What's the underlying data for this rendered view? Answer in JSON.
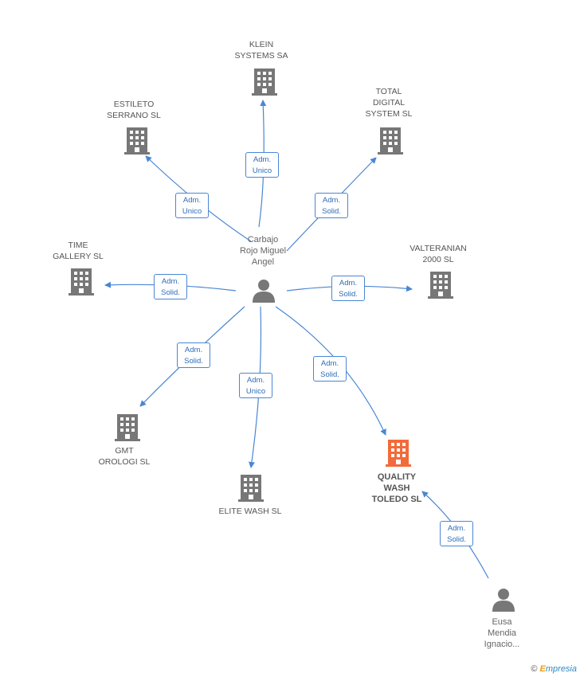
{
  "nodes": {
    "center": {
      "lines": [
        "Carbajo",
        "Rojo Miguel",
        "Angel"
      ]
    },
    "klein": {
      "lines": [
        "KLEIN",
        "SYSTEMS SA"
      ]
    },
    "estileto": {
      "lines": [
        "ESTILETO",
        "SERRANO SL"
      ]
    },
    "total": {
      "lines": [
        "TOTAL",
        "DIGITAL",
        "SYSTEM SL"
      ]
    },
    "time": {
      "lines": [
        "TIME",
        "GALLERY SL"
      ]
    },
    "valteranian": {
      "lines": [
        "VALTERANIAN",
        "2000 SL"
      ]
    },
    "gmt": {
      "lines": [
        "GMT",
        "OROLOGI SL"
      ]
    },
    "elite": {
      "lines": [
        "ELITE WASH SL"
      ]
    },
    "quality": {
      "lines": [
        "QUALITY",
        "WASH",
        "TOLEDO SL"
      ]
    },
    "eusa": {
      "lines": [
        "Eusa",
        "Mendia",
        "Ignacio..."
      ]
    }
  },
  "edges": {
    "klein": {
      "lines": [
        "Adm.",
        "Unico"
      ]
    },
    "estileto": {
      "lines": [
        "Adm.",
        "Unico"
      ]
    },
    "total": {
      "lines": [
        "Adm.",
        "Solid."
      ]
    },
    "time": {
      "lines": [
        "Adm.",
        "Solid."
      ]
    },
    "valteranian": {
      "lines": [
        "Adm.",
        "Solid."
      ]
    },
    "gmt": {
      "lines": [
        "Adm.",
        "Solid."
      ]
    },
    "elite": {
      "lines": [
        "Adm.",
        "Unico"
      ]
    },
    "quality": {
      "lines": [
        "Adm.",
        "Solid."
      ]
    },
    "eusa": {
      "lines": [
        "Adm.",
        "Solid."
      ]
    }
  },
  "colors": {
    "edge": "#4a86d4",
    "building": "#777777",
    "highlight": "#f26b3a",
    "person": "#777777"
  },
  "icons": {
    "company": "building-icon",
    "person": "person-icon"
  },
  "footer": {
    "copyright": "©",
    "brand_first": "E",
    "brand_rest": "mpresia"
  }
}
